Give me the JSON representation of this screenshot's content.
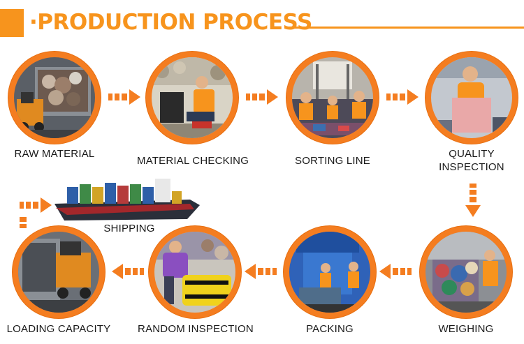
{
  "title": "·PRODUCTION PROCESS",
  "colors": {
    "accent": "#f7941d",
    "ring": "#f47d20"
  },
  "steps": [
    {
      "id": "raw-material",
      "label": "RAW MATERIAL"
    },
    {
      "id": "material-checking",
      "label": "MATERIAL CHECKING"
    },
    {
      "id": "sorting-line",
      "label": "SORTING LINE"
    },
    {
      "id": "quality-inspection",
      "label_line1": "QUALITY",
      "label_line2": "INSPECTION"
    },
    {
      "id": "weighing",
      "label": "WEIGHING"
    },
    {
      "id": "packing",
      "label": "PACKING"
    },
    {
      "id": "random-inspection",
      "label": "RANDOM INSPECTION"
    },
    {
      "id": "loading-capacity",
      "label": "LOADING CAPACITY"
    }
  ],
  "shipping": {
    "label": "SHIPPING"
  },
  "icons": [
    "arrow-right-icon",
    "arrow-left-icon",
    "arrow-down-icon",
    "arrow-up-right-icon"
  ]
}
